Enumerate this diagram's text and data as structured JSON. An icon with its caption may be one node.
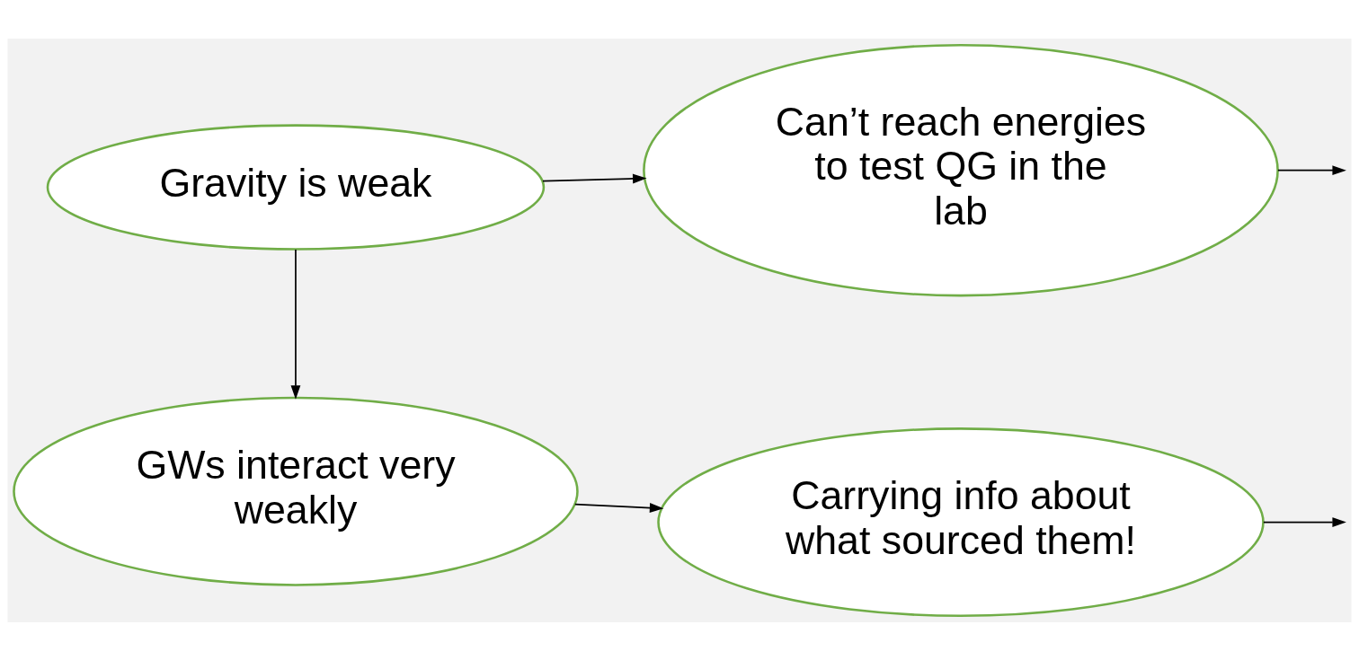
{
  "diagram": {
    "nodes": [
      {
        "text": [
          "Gravity is weak"
        ]
      },
      {
        "text": [
          "Can’t reach energies to test QG in the lab"
        ]
      },
      {
        "text": [
          "GWs interact very weakly"
        ]
      },
      {
        "text": [
          "Carrying info about what sourced them!"
        ]
      }
    ],
    "edges": [
      {
        "from": 0,
        "to": 1,
        "arrow": "to"
      },
      {
        "from": 1,
        "to": null,
        "arrow": "to"
      },
      {
        "from": 0,
        "to": 2,
        "arrow": "to"
      },
      {
        "from": 2,
        "to": 3,
        "arrow": "to"
      },
      {
        "from": 3,
        "to": null,
        "arrow": "to"
      }
    ]
  }
}
